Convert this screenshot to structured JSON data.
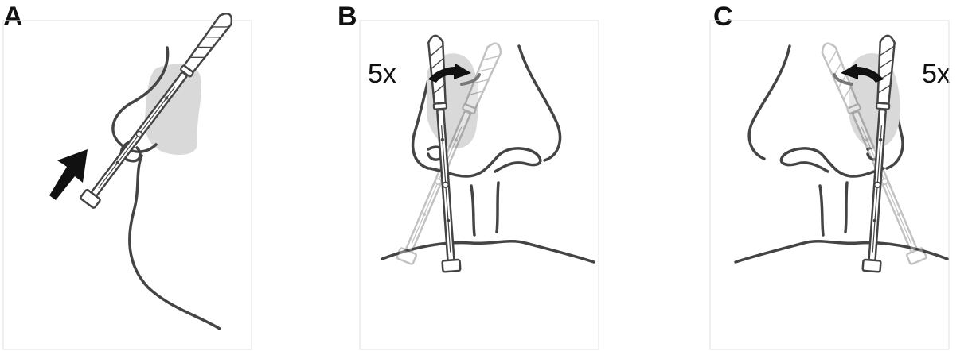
{
  "panels": [
    {
      "id": "A",
      "label": "A",
      "annotation": ""
    },
    {
      "id": "B",
      "label": "B",
      "annotation": "5x"
    },
    {
      "id": "C",
      "label": "C",
      "annotation": "5x"
    }
  ],
  "colors": {
    "outline": "#444444",
    "cavity": "#d9d9d9",
    "arrow": "#111111",
    "swab_fill": "#ffffff"
  },
  "icons": {
    "insert_arrow": "insertion-arrow-icon",
    "rotate_arrow": "rotation-arrow-icon"
  }
}
